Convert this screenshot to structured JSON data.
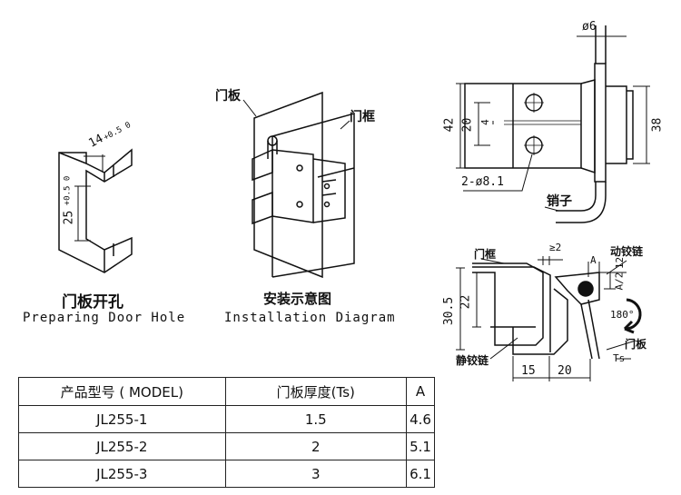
{
  "left_figure": {
    "title_cn": "门板开孔",
    "title_en": "Preparing Door Hole",
    "dim_width": "14",
    "dim_width_tol": "+0.5 0",
    "dim_height": "25",
    "dim_height_tol": "+0.5 0"
  },
  "middle_figure": {
    "title_cn": "安装示意图",
    "title_en": "Installation Diagram",
    "label_door": "门板",
    "label_frame": "门框"
  },
  "top_right": {
    "dim_pin_dia": "ø6",
    "dim_42": "42",
    "dim_20": "20",
    "dim_4": "4",
    "dim_38": "38",
    "holes": "2-ø8.1",
    "label_pin": "销子"
  },
  "bottom_right": {
    "label_frame": "门框",
    "dim_gap": "≥2",
    "label_moving": "动铰链",
    "dim_A": "A",
    "dim_12": "12",
    "dim_A2": "A/2",
    "dim_30_5": "30.5",
    "dim_22": "22",
    "rotation": "180°",
    "label_door": "门板",
    "label_static": "静铰链",
    "dim_15": "15",
    "dim_20": "20",
    "dim_ts": "Ts"
  },
  "table": {
    "headers": [
      "产品型号 ( MODEL)",
      "门板厚度(Ts)",
      "A"
    ],
    "rows": [
      [
        "JL255-1",
        "1.5",
        "4.6"
      ],
      [
        "JL255-2",
        "2",
        "5.1"
      ],
      [
        "JL255-3",
        "3",
        "6.1"
      ]
    ]
  }
}
